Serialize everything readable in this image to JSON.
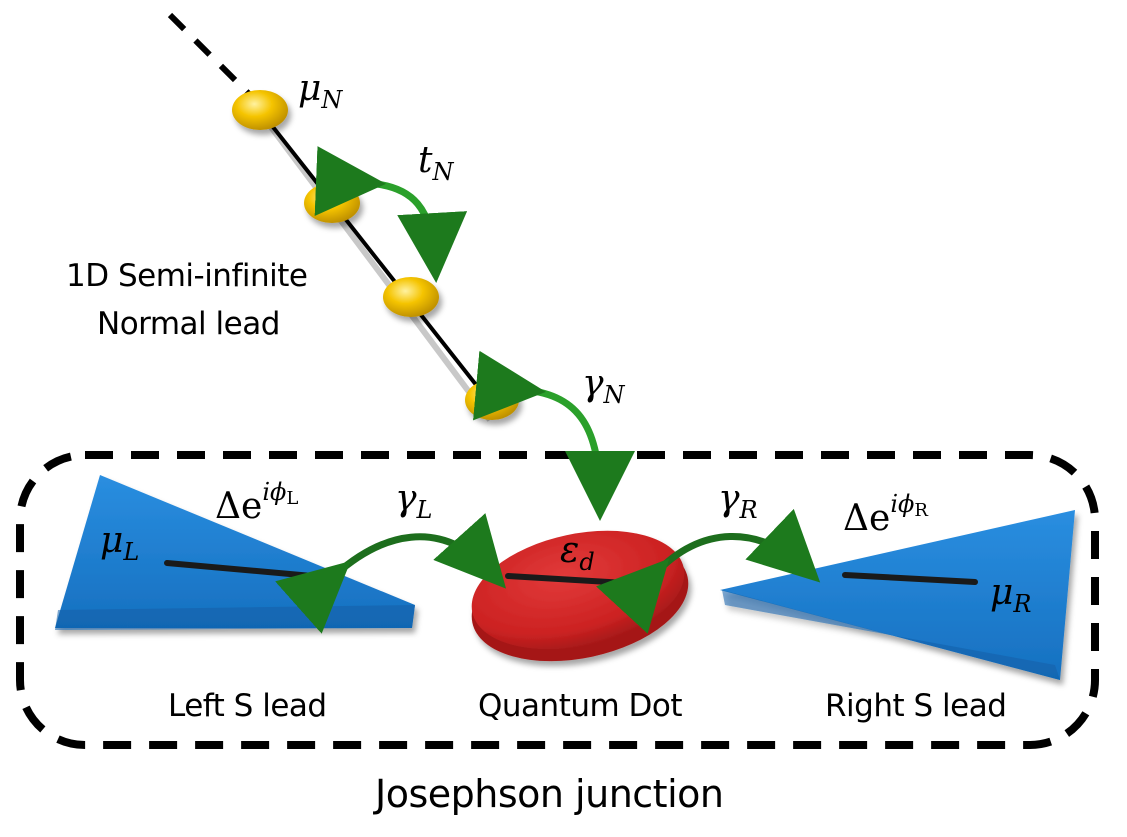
{
  "title": "Josephson junction",
  "normal_lead": {
    "label_line1": "1D Semi-infinite",
    "label_line2": "Normal lead",
    "chemical_potential": {
      "symbol": "μ",
      "sub": "N"
    },
    "hopping": {
      "symbol": "t",
      "sub": "N"
    },
    "site_count_visible": 4
  },
  "couplings": {
    "gamma_N": {
      "symbol": "γ",
      "sub": "N"
    },
    "gamma_L": {
      "symbol": "γ",
      "sub": "L"
    },
    "gamma_R": {
      "symbol": "γ",
      "sub": "R"
    }
  },
  "left_lead": {
    "label": "Left S lead",
    "chemical_potential": {
      "symbol": "μ",
      "sub": "L"
    },
    "gap": {
      "base": "Δe",
      "sup": "iϕ",
      "sup_sub": "L"
    }
  },
  "right_lead": {
    "label": "Right S lead",
    "chemical_potential": {
      "symbol": "μ",
      "sub": "R"
    },
    "gap": {
      "base": "Δe",
      "sup": "iϕ",
      "sup_sub": "R"
    }
  },
  "quantum_dot": {
    "label": "Quantum Dot",
    "level": {
      "symbol": "ε",
      "sub": "d"
    }
  },
  "colors": {
    "lead_blue": "#1a7fd0",
    "dot_red": "#d42a2a",
    "site_yellow": "#f0b800",
    "arrow_green": "#1f8a1f",
    "line_black": "#000000"
  }
}
